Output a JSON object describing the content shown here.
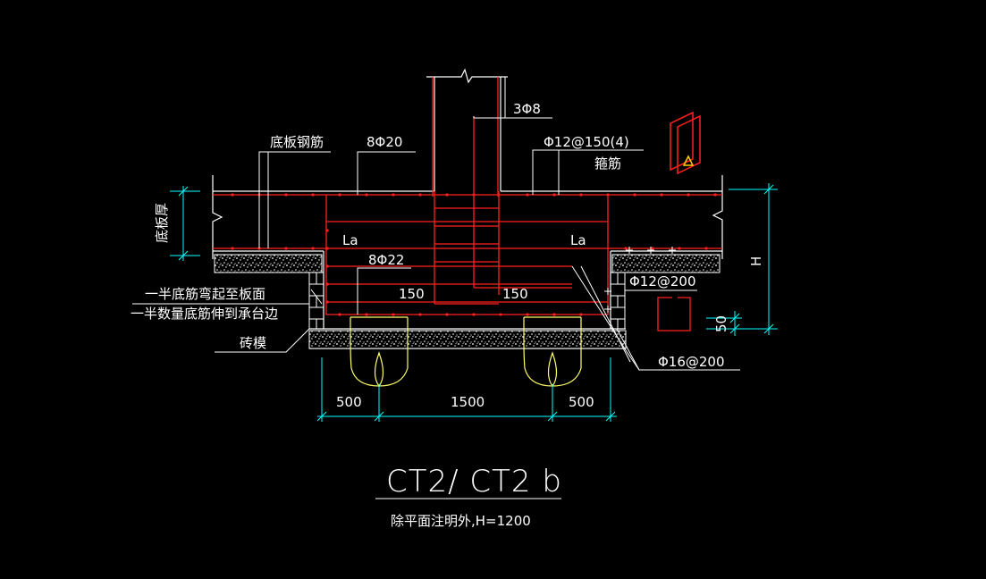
{
  "drawing": {
    "title": "CT2/ CT2 b",
    "subtitle": "除平面注明外,H=1200",
    "labels": {
      "bottom_slab_rebar": "底板钢筋",
      "top_bars": "8Φ20",
      "column_ties": "3Φ8",
      "stirrups": "Φ12@150(4)",
      "stirrup_word": "箍筋",
      "slab_thickness": "底板厚",
      "anchor_left": "La",
      "anchor_right": "La",
      "bottom_bars": "8Φ22",
      "dim_150_left": "150",
      "dim_150_right": "150",
      "side_bars": "Φ12@200",
      "bent_bars": "Φ16@200",
      "note_half_bent": "一半底筋弯起至板面",
      "note_half_extend": "一半数量底筋伸到承台边",
      "brick_mold": "砖模",
      "height_label": "H",
      "dim_50": "50",
      "dim_500_left": "500",
      "dim_1500": "1500",
      "dim_500_right": "500"
    },
    "colors": {
      "background": "#000000",
      "rebar": "#ff2020",
      "lines": "#ffffff",
      "dimension": "#00ffff",
      "pile": "#ffff66",
      "marker": "#ff8000"
    }
  }
}
